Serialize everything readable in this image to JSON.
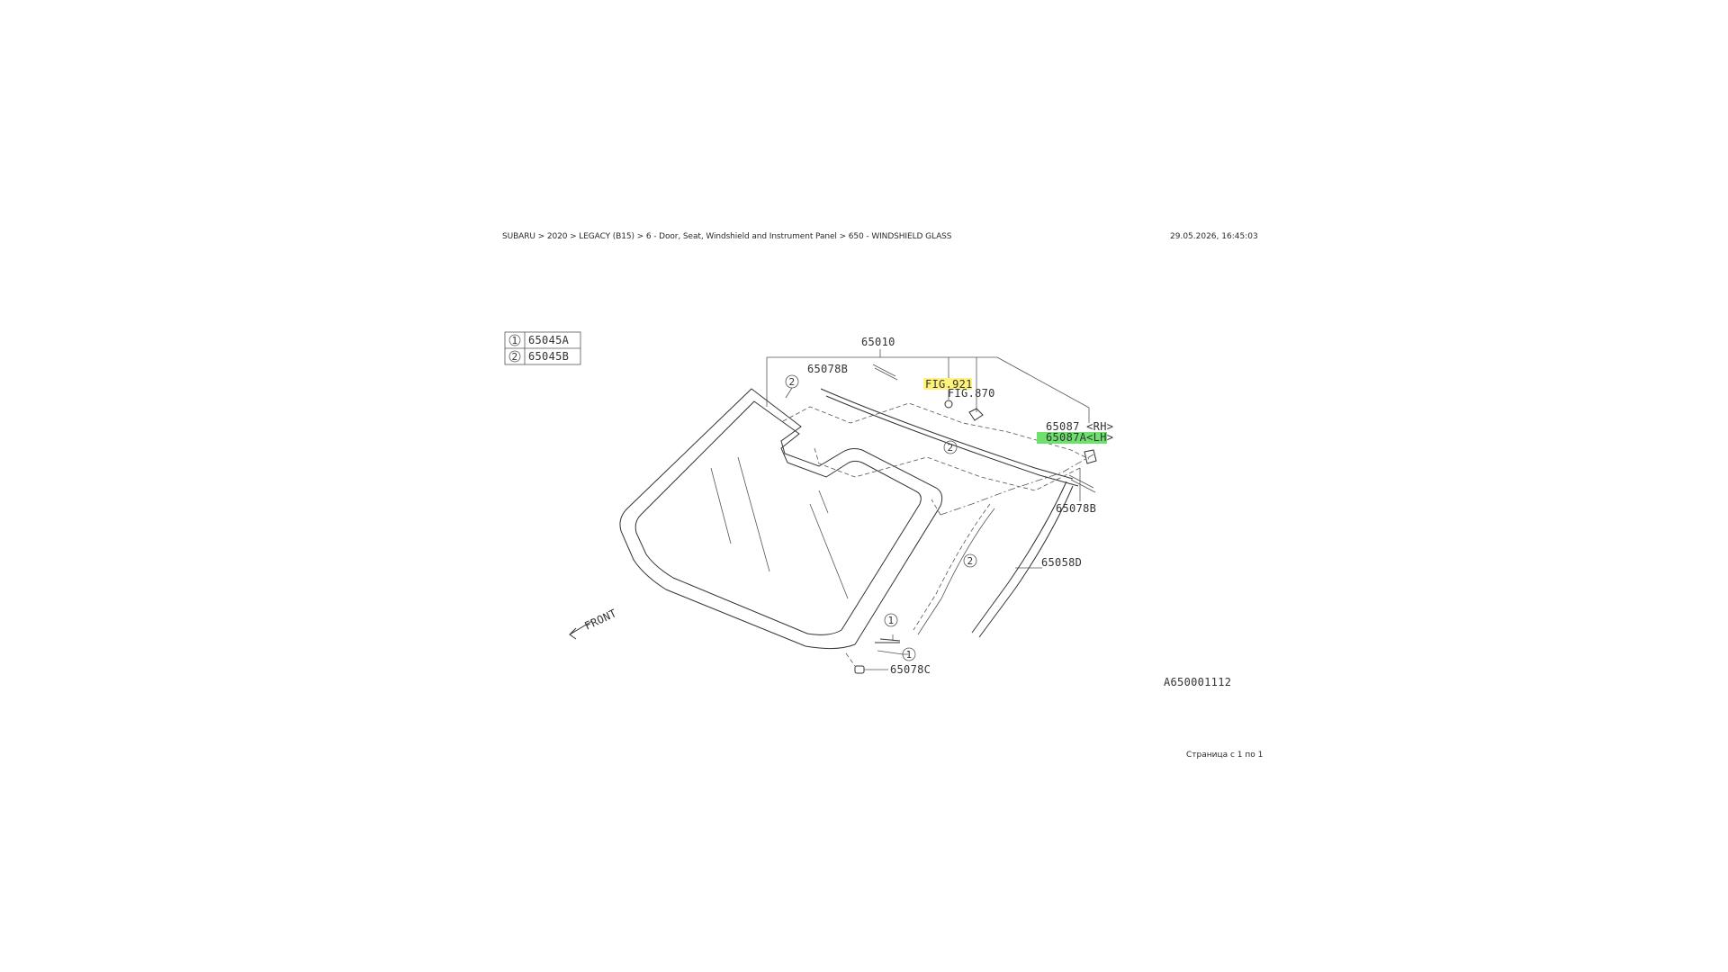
{
  "header": {
    "breadcrumb": "SUBARU > 2020 > LEGACY (B15) > 6 - Door, Seat, Windshield and Instrument Panel > 650 - WINDSHIELD GLASS",
    "timestamp": "29.05.2026, 16:45:03"
  },
  "legend": {
    "rows": [
      {
        "key": "1",
        "part": "65045A"
      },
      {
        "key": "2",
        "part": "65045B"
      }
    ]
  },
  "diagram": {
    "callouts": {
      "p65010": "65010",
      "p65078B_top": "65078B",
      "fig921": "FIG.921",
      "fig870": "FIG.870",
      "p65087_rh": "65087 <RH>",
      "p65087A_lh": "65087A<LH>",
      "p65078B_right": "65078B",
      "p65058D": "65058D",
      "p65078C": "65078C",
      "front": "FRONT",
      "drawing_code": "A650001112"
    },
    "markers": {
      "m1": "1",
      "m2": "2"
    },
    "highlight_colors": {
      "fig921": "#fff27a",
      "p65087A_lh": "#6ee06e"
    }
  },
  "footer": {
    "page": "Страница с 1 по 1"
  }
}
